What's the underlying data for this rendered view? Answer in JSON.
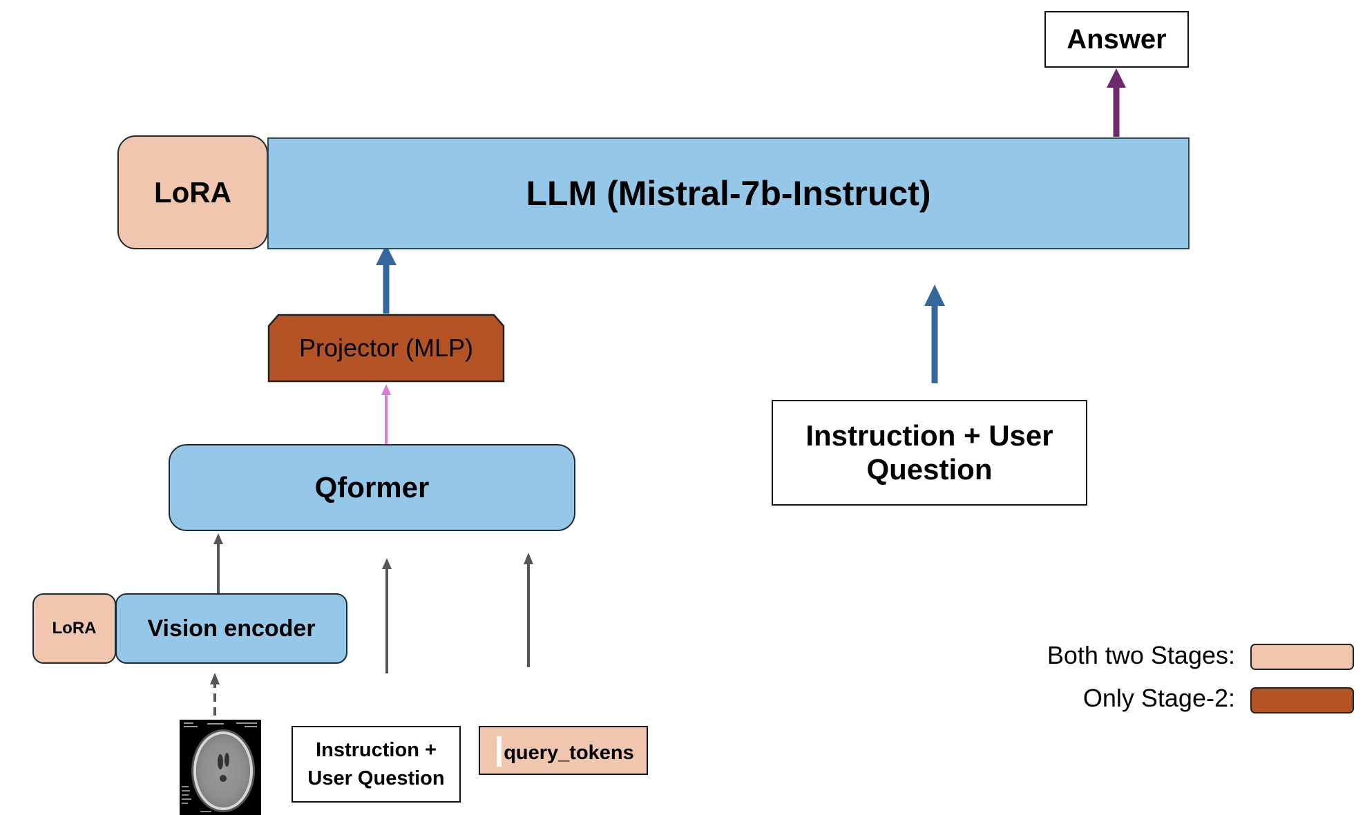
{
  "nodes": {
    "answer": "Answer",
    "lora_top": "LoRA",
    "llm": "LLM (Mistral-7b-Instruct)",
    "projector": "Projector (MLP)",
    "qformer": "Qformer",
    "instruction_big": [
      "Instruction + User",
      "Question"
    ],
    "lora_small": "LoRA",
    "vision_encoder": "Vision encoder",
    "instruction_small": [
      "Instruction +",
      "User Question"
    ],
    "query_tokens": "query_tokens"
  },
  "legend": {
    "both_stages": "Both two Stages:",
    "only_stage2": "Only Stage-2:"
  },
  "colors": {
    "frozen_module": "#95c8e8",
    "both_stages": "#f0c7ae",
    "only_stage2": "#b35326",
    "arrow_blue": "#36679c",
    "arrow_purple": "#6e2a6e",
    "arrow_pink": "#d47fd4",
    "arrow_gray": "#555555"
  },
  "icons": {
    "ct_scan": "brain-ct-scan-image"
  }
}
